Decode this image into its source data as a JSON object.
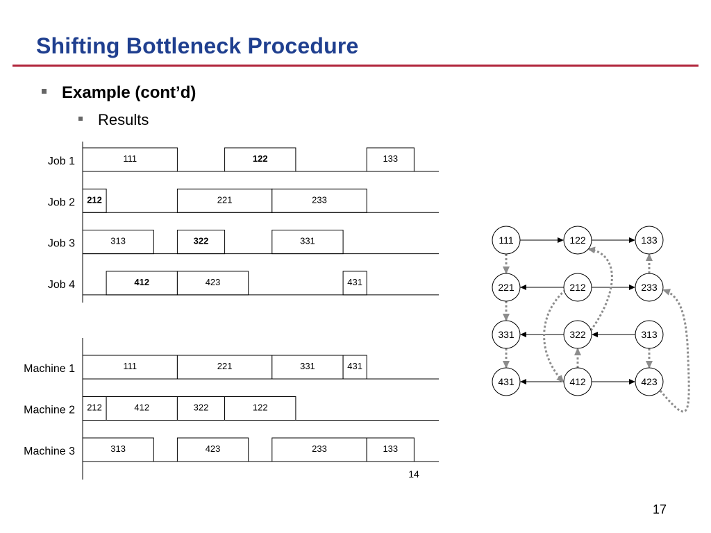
{
  "slide": {
    "title": "Shifting Bottleneck Procedure",
    "bullet1": "Example (cont’d)",
    "bullet2": "Results",
    "page_number": "17",
    "title_color": "#1f3f8f",
    "rule_color": "#b0243a"
  },
  "job_chart": {
    "rows": [
      {
        "label": "Job 1",
        "ops": [
          {
            "id": "111",
            "start": 0,
            "end": 4,
            "bold": false
          },
          {
            "id": "122",
            "start": 6,
            "end": 9,
            "bold": true
          },
          {
            "id": "133",
            "start": 12,
            "end": 14,
            "bold": false
          }
        ]
      },
      {
        "label": "Job 2",
        "ops": [
          {
            "id": "212",
            "start": 0,
            "end": 1,
            "bold": true
          },
          {
            "id": "221",
            "start": 4,
            "end": 8,
            "bold": false
          },
          {
            "id": "233",
            "start": 8,
            "end": 12,
            "bold": false
          }
        ]
      },
      {
        "label": "Job 3",
        "ops": [
          {
            "id": "313",
            "start": 0,
            "end": 3,
            "bold": false
          },
          {
            "id": "322",
            "start": 4,
            "end": 6,
            "bold": true
          },
          {
            "id": "331",
            "start": 8,
            "end": 11,
            "bold": false
          }
        ]
      },
      {
        "label": "Job 4",
        "ops": [
          {
            "id": "412",
            "start": 1,
            "end": 4,
            "bold": true
          },
          {
            "id": "423",
            "start": 4,
            "end": 7,
            "bold": false
          },
          {
            "id": "431",
            "start": 11,
            "end": 12,
            "bold": false
          }
        ]
      }
    ]
  },
  "machine_chart": {
    "end_label": "14",
    "rows": [
      {
        "label": "Machine 1",
        "ops": [
          {
            "id": "111",
            "start": 0,
            "end": 4
          },
          {
            "id": "221",
            "start": 4,
            "end": 8
          },
          {
            "id": "331",
            "start": 8,
            "end": 11
          },
          {
            "id": "431",
            "start": 11,
            "end": 12
          }
        ]
      },
      {
        "label": "Machine 2",
        "ops": [
          {
            "id": "212",
            "start": 0,
            "end": 1
          },
          {
            "id": "412",
            "start": 1,
            "end": 4
          },
          {
            "id": "322",
            "start": 4,
            "end": 6
          },
          {
            "id": "122",
            "start": 6,
            "end": 9
          }
        ]
      },
      {
        "label": "Machine 3",
        "ops": [
          {
            "id": "313",
            "start": 0,
            "end": 3
          },
          {
            "id": "423",
            "start": 4,
            "end": 7
          },
          {
            "id": "233",
            "start": 8,
            "end": 12
          },
          {
            "id": "133",
            "start": 12,
            "end": 14
          }
        ]
      }
    ]
  },
  "graph": {
    "nodes": [
      "111",
      "122",
      "133",
      "212",
      "221",
      "233",
      "313",
      "322",
      "331",
      "412",
      "423",
      "431"
    ],
    "conjunctive_arcs": [
      [
        "111",
        "122"
      ],
      [
        "122",
        "133"
      ],
      [
        "212",
        "221"
      ],
      [
        "221",
        "233"
      ],
      [
        "313",
        "322"
      ],
      [
        "322",
        "331"
      ],
      [
        "412",
        "423"
      ],
      [
        "423",
        "431"
      ]
    ],
    "disjunctive_arcs": [
      [
        "111",
        "221"
      ],
      [
        "221",
        "331"
      ],
      [
        "331",
        "431"
      ],
      [
        "212",
        "412"
      ],
      [
        "412",
        "322"
      ],
      [
        "322",
        "122"
      ],
      [
        "313",
        "423"
      ],
      [
        "423",
        "233"
      ],
      [
        "233",
        "133"
      ]
    ],
    "disjunctive_color": "#8c8c8c"
  }
}
